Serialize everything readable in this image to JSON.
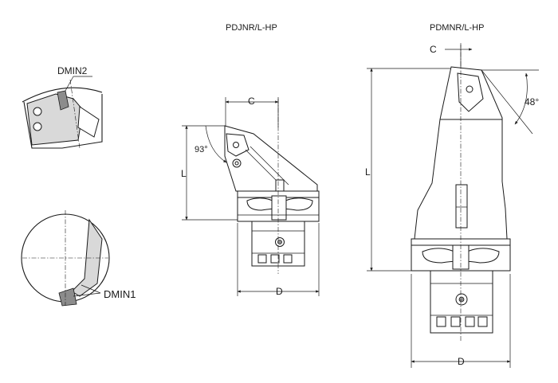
{
  "views": {
    "pdjnr": {
      "title": "PDJNR/L-HP",
      "dim_c": "C",
      "dim_l": "L",
      "dim_d": "D",
      "angle": "93°"
    },
    "pdmnr": {
      "title": "PDMNR/L-HP",
      "dim_c": "C",
      "dim_l": "L",
      "dim_d": "D",
      "angle": "48°"
    }
  },
  "details": {
    "top": {
      "label": "DMIN2"
    },
    "bottom": {
      "label": "DMIN1"
    }
  }
}
